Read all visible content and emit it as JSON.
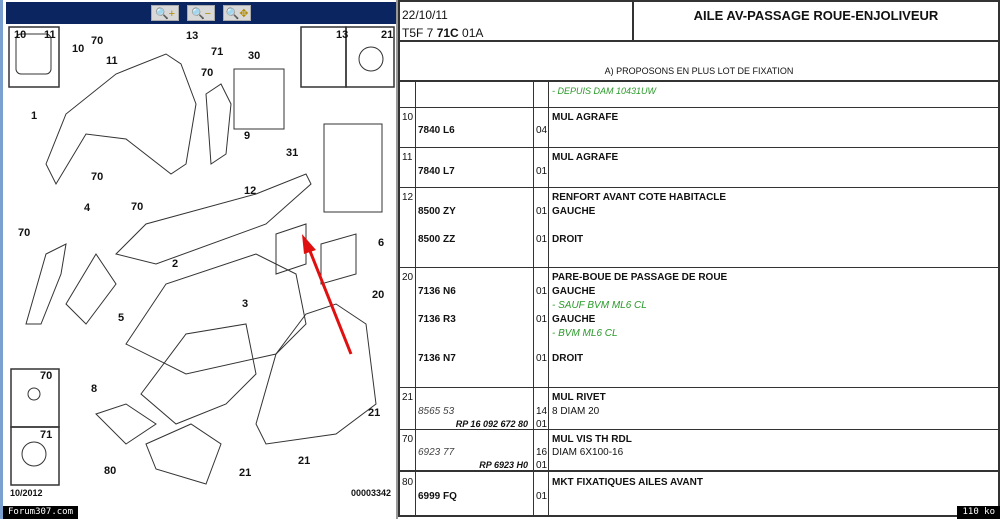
{
  "toolbar": {
    "zoom_in": "zoom-in",
    "zoom_out": "zoom-out",
    "zoom_pan": "zoom-pan"
  },
  "diagram": {
    "labels": [
      "10",
      "11",
      "10",
      "70",
      "13",
      "11",
      "71",
      "70",
      "30",
      "1",
      "13",
      "21",
      "9",
      "31",
      "70",
      "4",
      "70",
      "12",
      "6",
      "70",
      "2",
      "5",
      "3",
      "20",
      "70",
      "21",
      "8",
      "71",
      "80",
      "21",
      "21"
    ],
    "date": "10/2012",
    "code": "00003342"
  },
  "header": {
    "date": "22/10/11",
    "ref_prefix": "T5F 7 ",
    "ref_bold": "71C",
    "ref_suffix": " 01A",
    "title": "AILE AV-PASSAGE ROUE-ENJOLIVEUR",
    "note": "A) PROPOSONS EN PLUS LOT DE FIXATION"
  },
  "rows": [
    {
      "note": "- DEPUIS DAM 10431UW"
    },
    {
      "num": "10",
      "ref": "7840 L6",
      "qty": "04",
      "desc": "MUL AGRAFE"
    },
    {
      "num": "11",
      "ref": "7840 L7",
      "qty": "01",
      "desc": "MUL AGRAFE"
    },
    {
      "num": "12",
      "desc": "RENFORT AVANT COTE HABITACLE",
      "ref1": "8500 ZY",
      "qty1": "01",
      "desc1": "GAUCHE",
      "ref2": "8500 ZZ",
      "qty2": "01",
      "desc2": "DROIT"
    },
    {
      "num": "20",
      "desc": "PARE-BOUE DE PASSAGE DE ROUE",
      "ref1": "7136 N6",
      "qty1": "01",
      "desc1": "GAUCHE",
      "note1": "- SAUF BVM ML6 CL",
      "ref2": "7136 R3",
      "qty2": "01",
      "desc2": "GAUCHE",
      "note2": "- BVM ML6 CL",
      "ref3": "7136 N7",
      "qty3": "01",
      "desc3": "DROIT"
    },
    {
      "num": "21",
      "desc": "MUL RIVET",
      "ref": "8565 53",
      "qty": "14",
      "desc1": "8 DIAM 20",
      "rp": "RP 16 092 672 80",
      "rpqty": "01"
    },
    {
      "num": "70",
      "desc": "MUL VIS TH RDL",
      "ref": "6923 77",
      "qty": "16",
      "desc1": "DIAM 6X100-16",
      "rp": "RP 6923 H0",
      "rpqty": "01"
    },
    {
      "num": "80",
      "desc": "MKT FIXATIQUES AILES AVANT",
      "ref": "6999 FQ",
      "qty": "01"
    }
  ],
  "footer": {
    "left": "Forum307.com",
    "right": "110 ko"
  },
  "colors": {
    "toolbar": "#0b2560",
    "note": "#2a9a2a",
    "arrow": "#e01010"
  }
}
